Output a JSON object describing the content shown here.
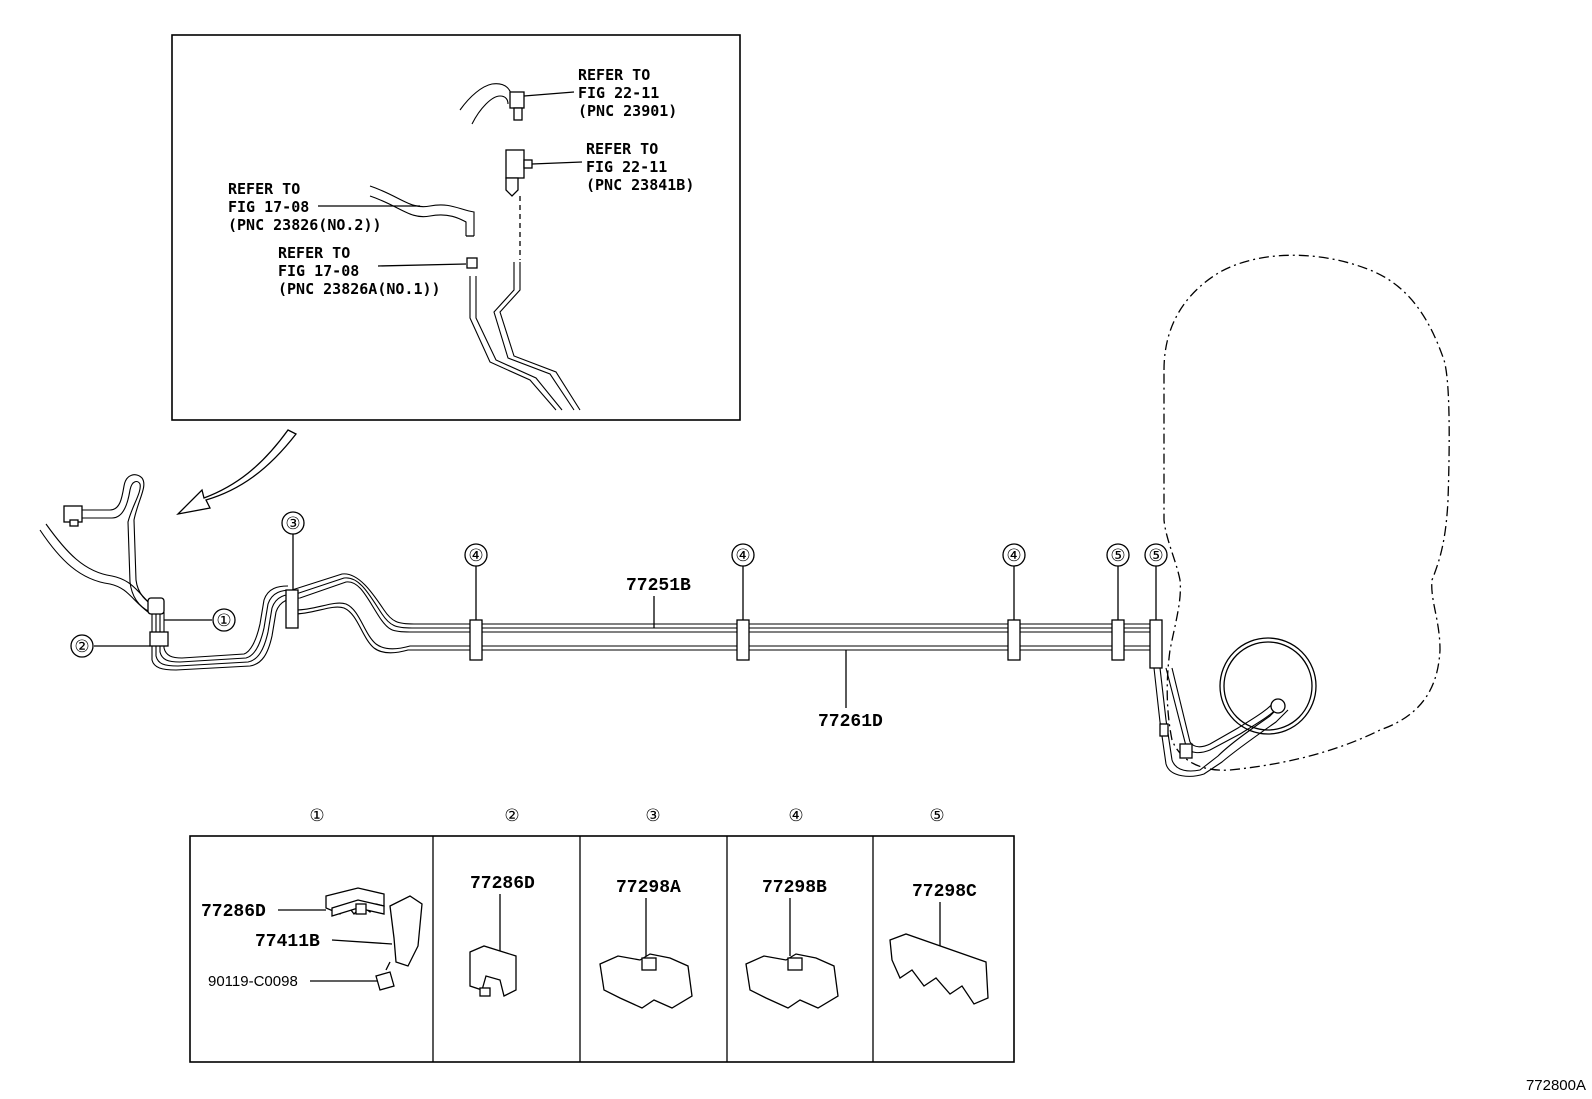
{
  "inset": {
    "ref1": {
      "l1": "REFER TO",
      "l2": "FIG 22-11",
      "l3": "(PNC 23901)"
    },
    "ref2": {
      "l1": "REFER TO",
      "l2": "FIG 22-11",
      "l3": "(PNC 23841B)"
    },
    "ref3": {
      "l1": "REFER TO",
      "l2": "FIG 17-08",
      "l3": "(PNC 23826(NO.2))"
    },
    "ref4": {
      "l1": "REFER TO",
      "l2": "FIG 17-08",
      "l3": "(PNC 23826A(NO.1))"
    }
  },
  "parts": {
    "upper_tube": "77251B",
    "lower_tube": "77261D"
  },
  "callouts": [
    "①",
    "②",
    "③",
    "④",
    "⑤"
  ],
  "table": {
    "headers": [
      "①",
      "②",
      "③",
      "④",
      "⑤"
    ],
    "col1": {
      "a": "77286D",
      "b": "77411B",
      "c": "90119-C0098"
    },
    "col2": "77286D",
    "col3": "77298A",
    "col4": "77298B",
    "col5": "77298C"
  },
  "illustration_code": "772800A",
  "icons": [
    "arrow-icon",
    "fuel-tank-icon",
    "clamp-icon"
  ]
}
